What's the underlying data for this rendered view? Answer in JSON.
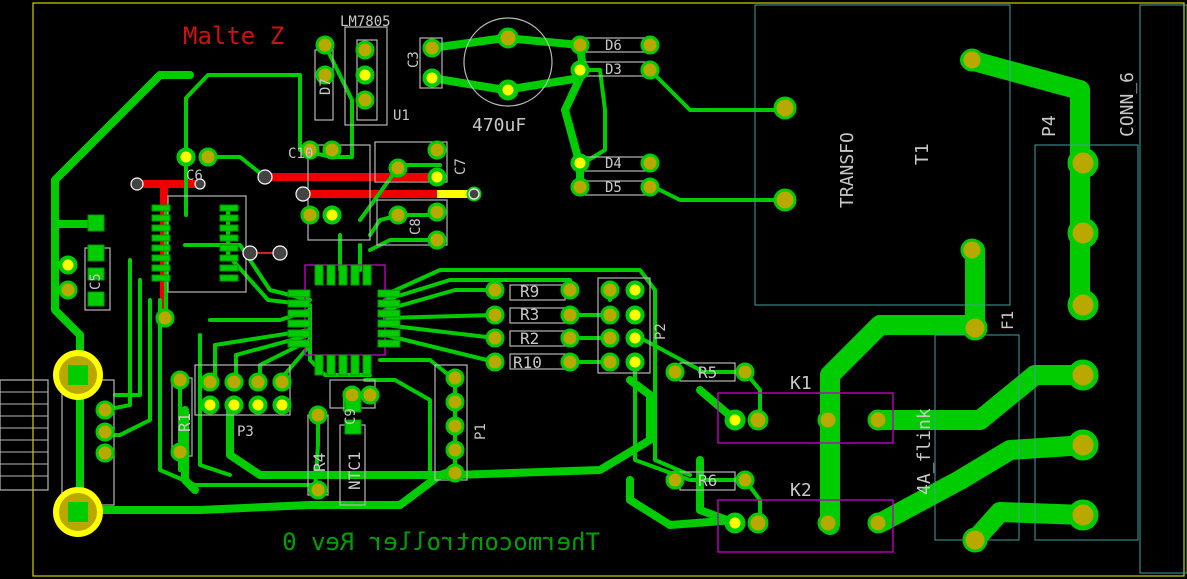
{
  "board": {
    "author_text": "Malte Z",
    "bottom_text": "Thermocontroller Rev 0",
    "colors": {
      "background": "#000000",
      "copper_top": "#00cc00",
      "copper_bottom": "#ee0000",
      "silk": "#c8c8c8",
      "pad": "#b8a800",
      "outline": "#ffff00",
      "courtyard": "#40a0a0",
      "fab": "#c000c0"
    }
  },
  "components": {
    "lm7805": "LM7805",
    "u1": "U1",
    "c3": "C3",
    "cap_value": "470uF",
    "c10": "C10",
    "c6": "C6",
    "c7": "C7",
    "c8": "C8",
    "c5": "C5",
    "d7": "D7",
    "d6": "D6",
    "d3": "D3",
    "d4": "D4",
    "d5": "D5",
    "r9": "R9",
    "r3": "R3",
    "r2": "R2",
    "r10": "R10",
    "r5": "R5",
    "r6": "R6",
    "r1": "R1",
    "r4": "R4",
    "ntc1": "NTC1",
    "c9": "C9",
    "p1": "P1",
    "p2": "P2",
    "p3": "P3",
    "p4": "P4",
    "conn6": "CONN_6",
    "transfo": "TRANSFO",
    "t1": "T1",
    "k1": "K1",
    "k2": "K2",
    "f1": "F1",
    "fuse_value": "4A_flink"
  }
}
